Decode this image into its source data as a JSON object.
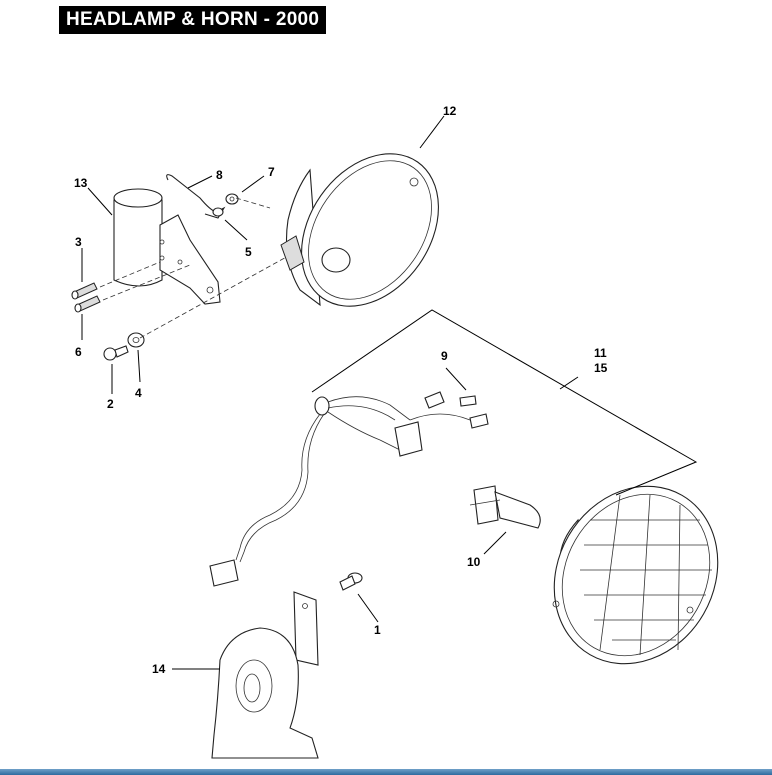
{
  "title": "HEADLAMP & HORN - 2000",
  "callouts": {
    "c1": "1",
    "c2": "2",
    "c3": "3",
    "c4": "4",
    "c5": "5",
    "c6": "6",
    "c7": "7",
    "c8": "8",
    "c9": "9",
    "c10": "10",
    "c11": "11",
    "c12": "12",
    "c13": "13",
    "c14": "14",
    "c15": "15"
  }
}
